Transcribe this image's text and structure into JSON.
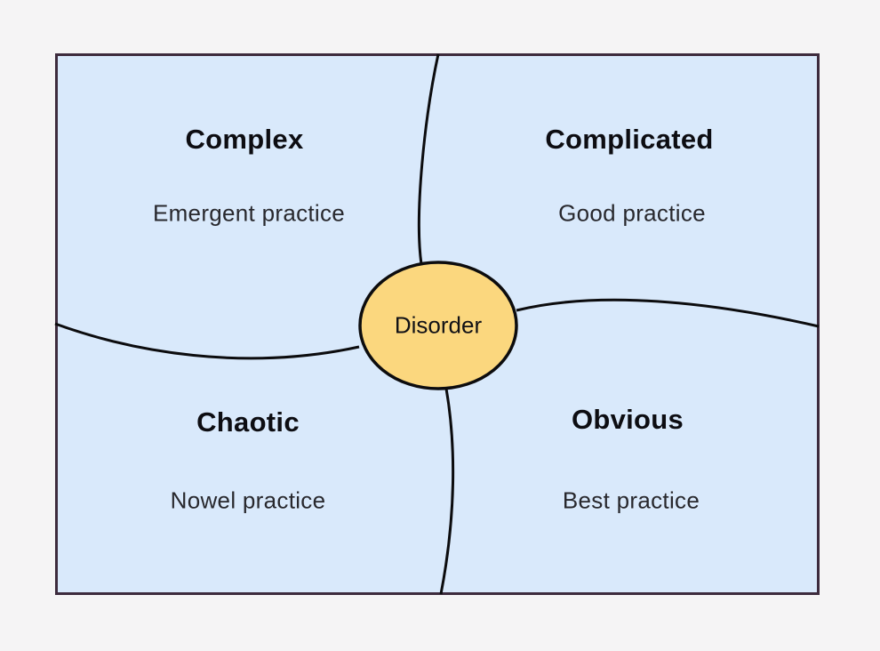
{
  "diagram": {
    "type": "cynefin-framework-quadrant-diagram",
    "center": {
      "label": "Disorder"
    },
    "quadrants": [
      {
        "id": "complex",
        "position": "top-left",
        "title": "Complex",
        "subtitle": "Emergent practice"
      },
      {
        "id": "complicated",
        "position": "top-right",
        "title": "Complicated",
        "subtitle": "Good practice"
      },
      {
        "id": "chaotic",
        "position": "bottom-left",
        "title": "Chaotic",
        "subtitle": "Nowel practice"
      },
      {
        "id": "obvious",
        "position": "bottom-right",
        "title": "Obvious",
        "subtitle": "Best practice"
      }
    ],
    "colors": {
      "page_background": "#f5f4f5",
      "panel_background": "#d9e9fb",
      "panel_border": "#3d2b3d",
      "center_ellipse_fill": "#fbd77e",
      "divider_line": "#0c0c0e",
      "title_text": "#0d0d12",
      "subtitle_text": "#28282d"
    }
  }
}
